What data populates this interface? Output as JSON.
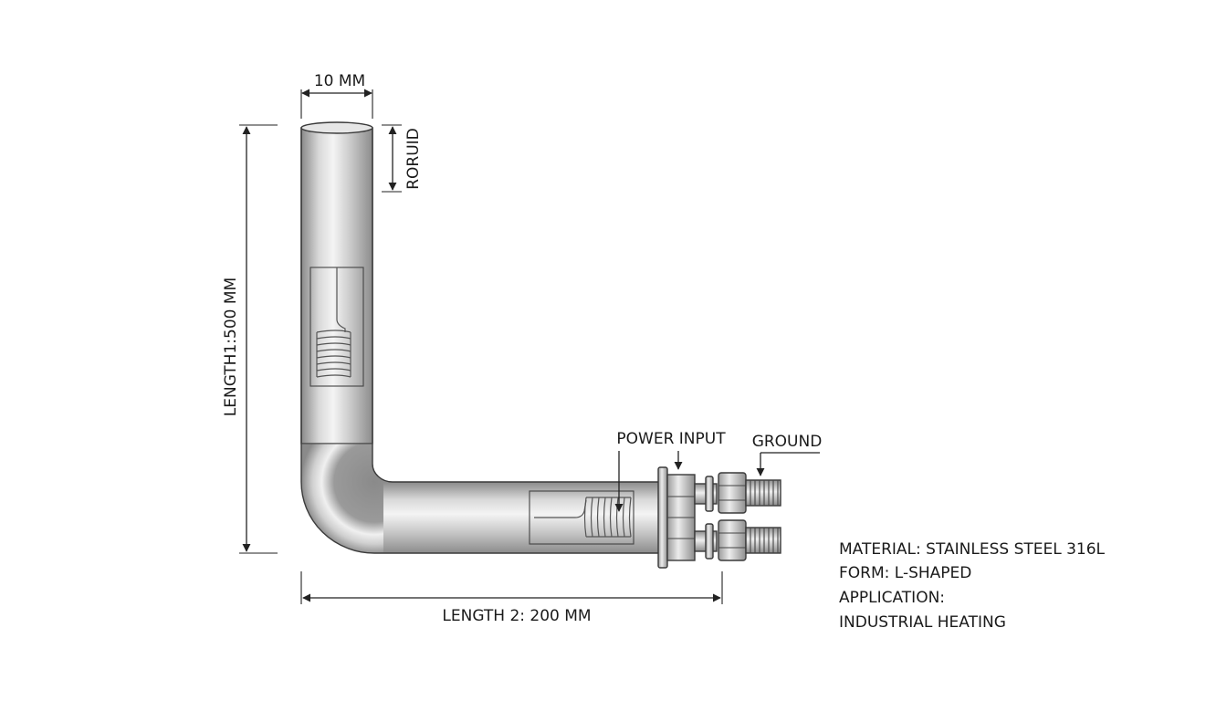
{
  "dimensions": {
    "diameter_label": "10 MM",
    "top_label": "RORUID",
    "length1_label": "LENGTH1:500 MM",
    "length2_label": "LENGTH 2: 200 MM"
  },
  "callouts": {
    "power_input": "POWER INPUT",
    "ground": "GROUND"
  },
  "specs": [
    "MATERIAL: STAINLESS STEEL 316L",
    "FORM: L-SHAPED",
    "APPLICATION:",
    "INDUSTRIAL HEATING"
  ],
  "colors": {
    "tube_light": "#f2f2f2",
    "tube_mid": "#c4c4c4",
    "tube_dark": "#8a8a8a",
    "outline": "#3a3a3a"
  }
}
